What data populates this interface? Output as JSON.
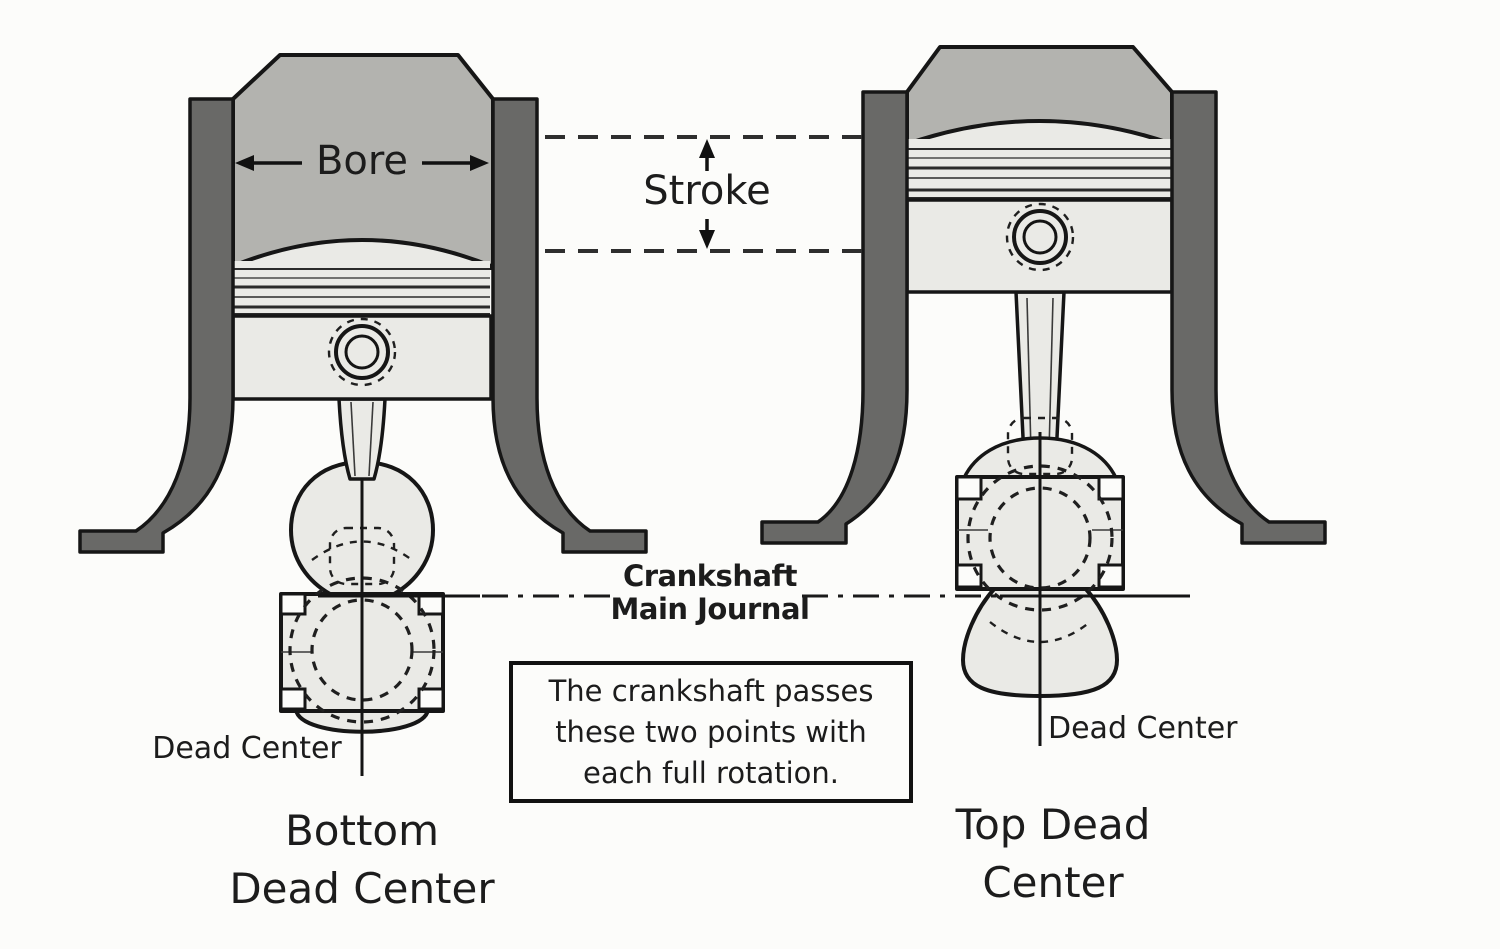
{
  "diagram": {
    "type": "engine-piston-bore-stroke-diagram",
    "labels": {
      "bore": "Bore",
      "stroke": "Stroke",
      "crankshaft": {
        "line1": "Crankshaft",
        "line2": "Main Journal"
      },
      "note": {
        "line1": "The crankshaft passes",
        "line2": "these two points with",
        "line3": "each full rotation."
      },
      "bdc": {
        "dead_center": "Dead Center",
        "caption_line1": "Bottom",
        "caption_line2": "Dead Center"
      },
      "tdc": {
        "dead_center": "Dead Center",
        "caption_line1": "Top Dead",
        "caption_line2": "Center"
      }
    },
    "colors": {
      "background": "#fcfcfa",
      "cylinder_head": "#b3b3af",
      "cylinder_wall": "#696967",
      "piston": "#eaeae6",
      "outline": "#161616",
      "text": "#1c1c1c"
    }
  }
}
